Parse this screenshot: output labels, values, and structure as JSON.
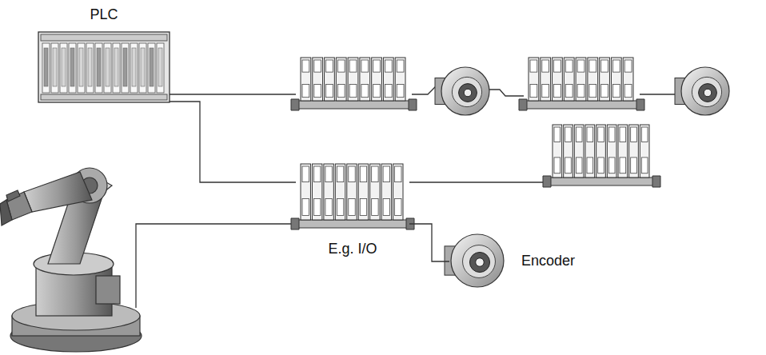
{
  "diagram": {
    "nodes": [
      {
        "text": [
          "PLC"
        ]
      },
      {
        "text": [
          "E.g. I/O"
        ]
      },
      {
        "text": [
          "Encoder"
        ]
      }
    ],
    "edges": [
      {
        "from": 0,
        "to": 1,
        "arrow": "none"
      },
      {
        "from": 1,
        "to": 2,
        "arrow": "none"
      }
    ]
  }
}
